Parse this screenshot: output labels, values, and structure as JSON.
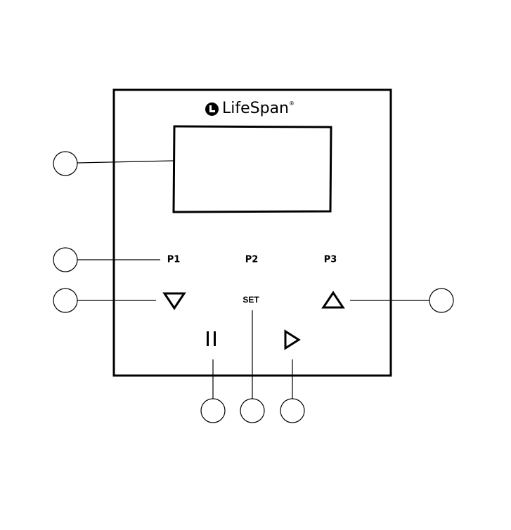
{
  "brand": {
    "name": "LifeSpan",
    "registered_mark": "®",
    "logo_icon": "lifespan-logo-icon"
  },
  "presets": [
    {
      "label": "P1"
    },
    {
      "label": "P2"
    },
    {
      "label": "P3"
    }
  ],
  "buttons": {
    "down_icon": "triangle-down-icon",
    "up_icon": "triangle-up-icon",
    "set_label": "SET",
    "pause_icon": "pause-icon",
    "play_icon": "play-icon"
  },
  "colors": {
    "line": "#000000",
    "background": "#ffffff"
  }
}
